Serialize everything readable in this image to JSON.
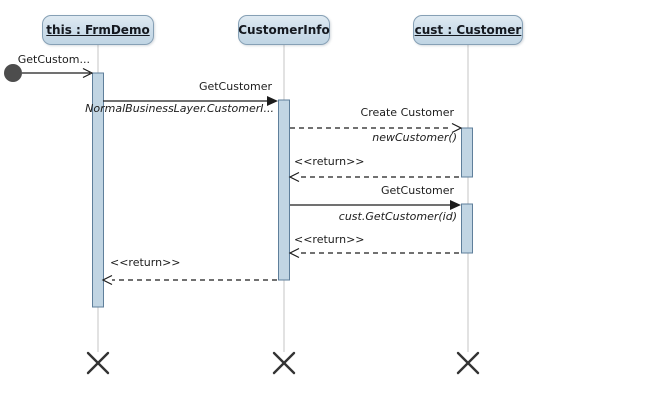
{
  "diagram": {
    "kind": "uml-sequence-diagram",
    "lifelines": [
      {
        "id": "frmdemo",
        "label": "this : FrmDemo",
        "underlined": true
      },
      {
        "id": "customerinfo",
        "label": "CustomerInfo",
        "underlined": false
      },
      {
        "id": "customer",
        "label": "cust : Customer",
        "underlined": true
      }
    ],
    "messages": {
      "start_call": {
        "label": "GetCustom...",
        "style": "solid",
        "from": "start-node",
        "to": "frmdemo"
      },
      "get_customer_1": {
        "label": "GetCustomer",
        "sublabel": "NormalBusinessLayer.CustomerI...",
        "style": "solid",
        "from": "frmdemo",
        "to": "customerinfo"
      },
      "create_customer": {
        "label": "Create Customer",
        "sublabel": "newCustomer()",
        "style": "dashed",
        "from": "customerinfo",
        "to": "customer"
      },
      "return_1": {
        "label": "<<return>>",
        "style": "dashed",
        "from": "customer",
        "to": "customerinfo"
      },
      "get_customer_2": {
        "label": "GetCustomer",
        "sublabel": "cust.GetCustomer(id)",
        "style": "solid",
        "from": "customerinfo",
        "to": "customer"
      },
      "return_2": {
        "label": "<<return>>",
        "style": "dashed",
        "from": "customer",
        "to": "customerinfo"
      },
      "return_3": {
        "label": "<<return>>",
        "style": "dashed",
        "from": "customerinfo",
        "to": "frmdemo"
      }
    },
    "colors": {
      "head_fill_top": "#dfeaf2",
      "head_fill_bottom": "#c0d5e4",
      "head_border": "#86a0b5",
      "activation_fill": "#c1d5e3",
      "activation_border": "#5f7f9b",
      "lifeline": "#cfcfcf",
      "message_line": "#1c1c1c",
      "start_node": "#4d4d4d",
      "destroy_x": "#333333"
    }
  }
}
